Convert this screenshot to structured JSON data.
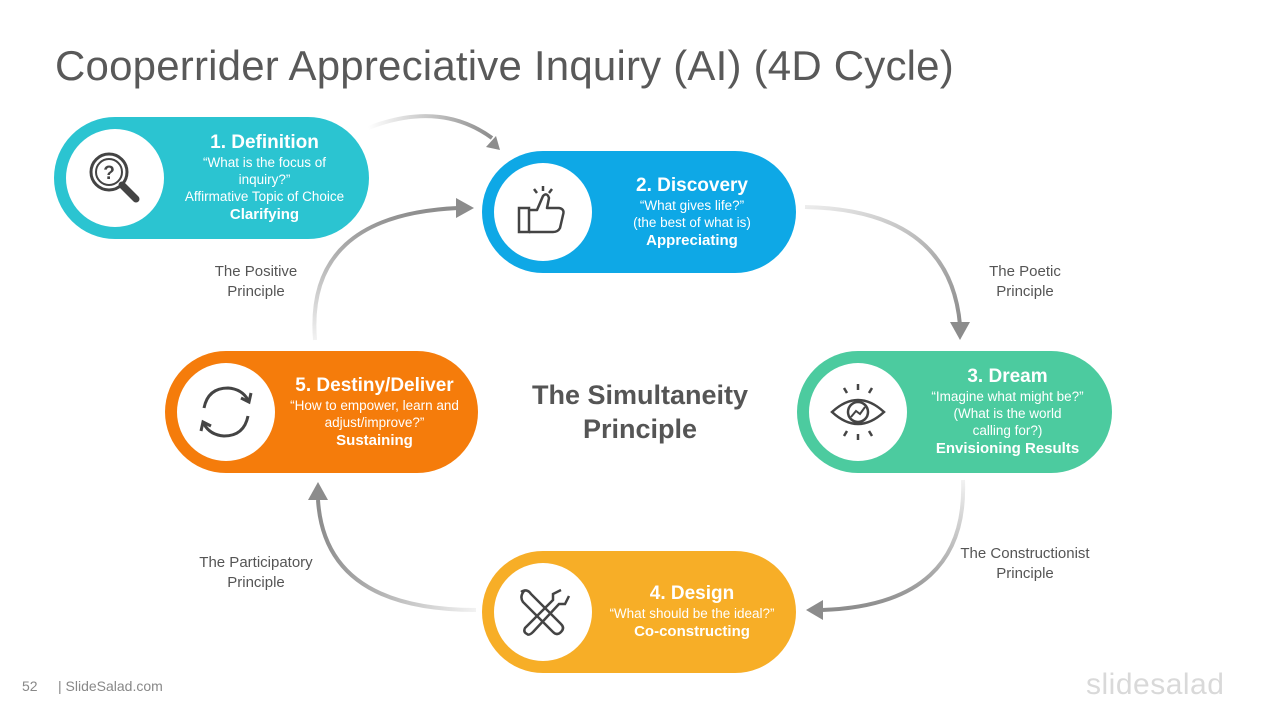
{
  "title": "Cooperrider Appreciative Inquiry (AI) (4D Cycle)",
  "stages": [
    {
      "heading": "1. Definition",
      "question": "“What is the focus of inquiry?”",
      "note": "Affirmative Topic of Choice",
      "keyword": "Clarifying",
      "icon": "magnifier-question-icon",
      "color": "#2bc4d1"
    },
    {
      "heading": "2. Discovery",
      "question": "“What gives life?”",
      "note": "(the best of what is)",
      "keyword": "Appreciating",
      "icon": "thumbs-up-icon",
      "color": "#0ea8e6"
    },
    {
      "heading": "3. Dream",
      "question": "“Imagine what might be?”",
      "note": "(What is the world calling for?)",
      "keyword": "Envisioning Results",
      "icon": "eye-icon",
      "color": "#4ccb9f"
    },
    {
      "heading": "4. Design",
      "question": "“What should be the ideal?”",
      "keyword": "Co-constructing",
      "icon": "tools-icon",
      "color": "#f7ae27"
    },
    {
      "heading": "5. Destiny/Deliver",
      "question": "“How to empower, learn and adjust/improve?”",
      "keyword": "Sustaining",
      "icon": "cycle-arrows-icon",
      "color": "#f57c0b"
    }
  ],
  "principles": {
    "positive": "The Positive Principle",
    "poetic": "The Poetic Principle",
    "constructionist": "The Constructionist Principle",
    "participatory": "The Participatory Principle",
    "simultaneity": "The Simultaneity Principle"
  },
  "footer": {
    "page_number": "52",
    "site": "| SlideSalad.com",
    "logo": "slidesalad"
  }
}
